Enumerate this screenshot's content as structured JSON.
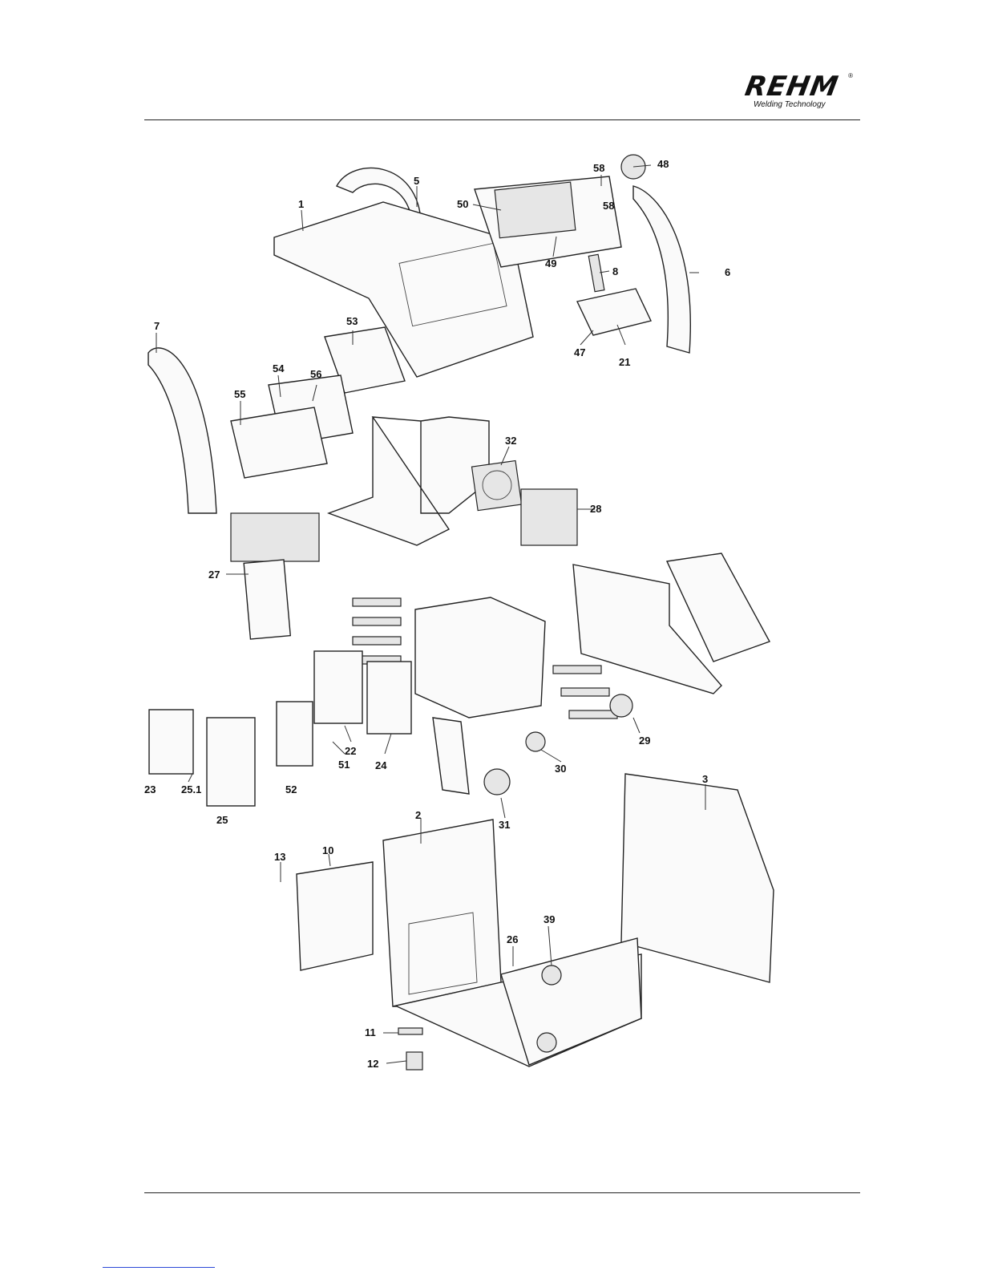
{
  "logo": {
    "wordmark": "REHM",
    "tagline": "Welding Technology",
    "registered": "®"
  },
  "callouts": [
    "1",
    "2",
    "3",
    "5",
    "6",
    "7",
    "8",
    "10",
    "11",
    "12",
    "13",
    "21",
    "22",
    "23",
    "24",
    "25",
    "25.1",
    "26",
    "27",
    "28",
    "29",
    "30",
    "31",
    "32",
    "39",
    "47",
    "48",
    "49",
    "50",
    "51",
    "52",
    "53",
    "54",
    "55",
    "56",
    "58",
    "58"
  ]
}
